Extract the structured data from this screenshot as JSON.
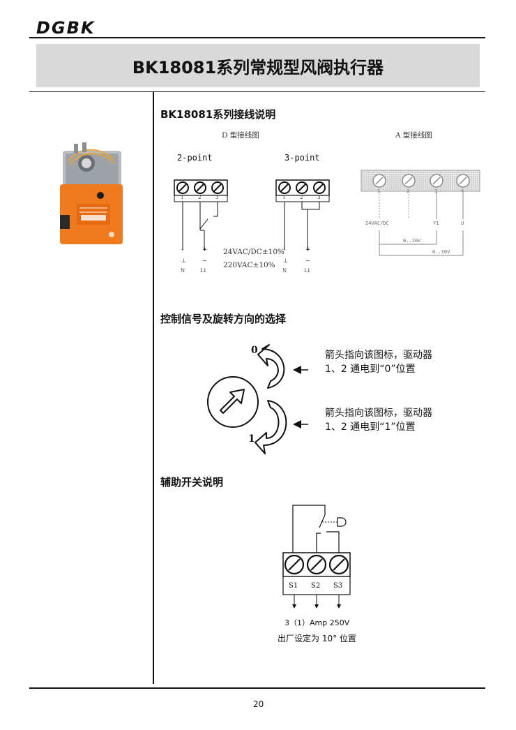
{
  "header": {
    "brand": "DGBK",
    "title": "BK18081系列常规型风阀执行器"
  },
  "wiring": {
    "heading": "BK18081系列接线说明",
    "d_type_caption": "D 型接线图",
    "a_type_caption": "A 型接线图",
    "two_point_label": "2-point",
    "three_point_label": "3-point",
    "voltage_24": "24VAC/DC±10%",
    "voltage_220": "220VAC±10%",
    "terminal_numbers": [
      "1",
      "2",
      "3"
    ],
    "a_terminal_numbers": [
      "1",
      "2",
      "3",
      "4"
    ],
    "a_supply_label": "24VAC/DC",
    "a_y1_label": "Y1",
    "a_u_label": "U",
    "a_range_1": "0..10V",
    "a_range_2": "0..10V",
    "wire_marks": [
      "N",
      "L1"
    ]
  },
  "rotation": {
    "heading": "控制信号及旋转方向的选择",
    "label_0": "0",
    "label_1": "1",
    "note_0": "箭头指向该图标，驱动器 1、2 通电到“0”位置",
    "note_1": "箭头指向该图标，驱动器 1、2 通电到“1”位置"
  },
  "aux": {
    "heading": "辅助开关说明",
    "terminals": [
      "S1",
      "S2",
      "S3"
    ],
    "rating": "3（1）Amp 250V",
    "factory": "出厂设定为 10° 位置"
  },
  "footer": {
    "page": "20"
  },
  "colors": {
    "band": "#d9d9d9",
    "actuator_orange": "#f07a1e"
  }
}
